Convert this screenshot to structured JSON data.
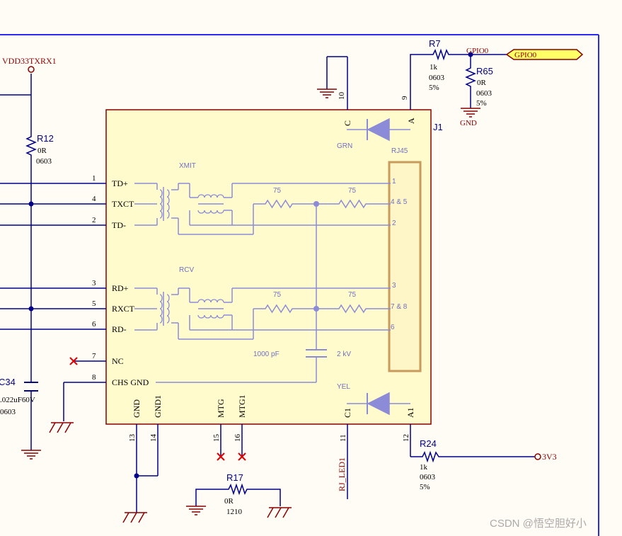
{
  "net_labels": {
    "vdd": "VDD33TXRX1",
    "gpio_net": "GPIO0",
    "gpio_port": "GPIO0",
    "gnd": "GND",
    "v3v3": "3V3",
    "rj_led": "RJ_LED1"
  },
  "components": {
    "j1": {
      "ref": "J1",
      "rj45": "RJ45",
      "xmit": "XMIT",
      "rcv": "RCV",
      "grn": "GRN",
      "yel": "YEL",
      "cap_val": "1000 pF",
      "cap_volt": "2 kV",
      "r75": "75"
    },
    "r12": {
      "ref": "R12",
      "value": "0R",
      "pkg": "0603"
    },
    "r7": {
      "ref": "R7",
      "value": "1k",
      "pkg": "0603",
      "tol": "5%"
    },
    "r65": {
      "ref": "R65",
      "value": "0R",
      "pkg": "0603",
      "tol": "5%"
    },
    "r24": {
      "ref": "R24",
      "value": "1k",
      "pkg": "0603",
      "tol": "5%"
    },
    "r17": {
      "ref": "R17",
      "value": "0R",
      "pkg": "1210"
    },
    "c34": {
      "ref": "C34",
      "value": ".022uF60V",
      "pkg": "0603"
    }
  },
  "pins": {
    "left": [
      {
        "num": "1",
        "name": "TD+"
      },
      {
        "num": "4",
        "name": "TXCT"
      },
      {
        "num": "2",
        "name": "TD-"
      },
      {
        "num": "3",
        "name": "RD+"
      },
      {
        "num": "5",
        "name": "RXCT"
      },
      {
        "num": "6",
        "name": "RD-"
      },
      {
        "num": "7",
        "name": "NC"
      },
      {
        "num": "8",
        "name": "CHS GND"
      }
    ],
    "top": [
      {
        "num": "10",
        "name": "C"
      },
      {
        "num": "9",
        "name": "A"
      }
    ],
    "bottom": [
      {
        "num": "13",
        "name": "GND"
      },
      {
        "num": "14",
        "name": "GND1"
      },
      {
        "num": "15",
        "name": "MTG"
      },
      {
        "num": "16",
        "name": "MTG1"
      },
      {
        "num": "11",
        "name": "C1"
      },
      {
        "num": "12",
        "name": "A1"
      }
    ]
  },
  "rj45_pins": [
    "1",
    "4 & 5",
    "2",
    "3",
    "7 & 8",
    "6"
  ],
  "watermark": "CSDN @悟空胆好小",
  "colors": {
    "wire": "#00008b",
    "outline": "#8b0000",
    "body": "#fffbcc",
    "internal": "#8b8bd8",
    "connector": "#c89b5c",
    "marker": "#e00000",
    "port_fill": "#ffff66"
  }
}
